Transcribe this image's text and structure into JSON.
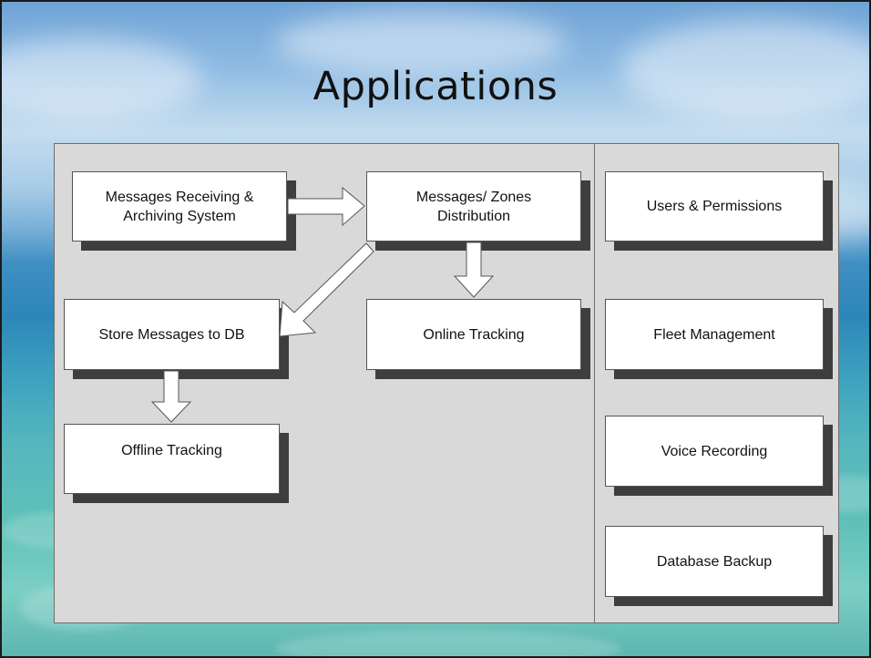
{
  "slide": {
    "title": "Applications"
  },
  "diagram": {
    "left_nodes": {
      "messages_receiving": "Messages Receiving & Archiving System",
      "zones_distribution": "Messages/ Zones Distribution",
      "store_messages": "Store Messages to DB",
      "online_tracking": "Online Tracking",
      "offline_tracking": "Offline Tracking"
    },
    "right_nodes": {
      "users_permissions": "Users & Permissions",
      "fleet_management": "Fleet Management",
      "voice_recording": "Voice Recording",
      "database_backup": "Database Backup"
    }
  },
  "colors": {
    "panel": "#d9d9d9",
    "box": "#ffffff",
    "shadow": "#3e3e3e",
    "arrow_fill": "#ffffff",
    "arrow_stroke": "#555555"
  }
}
